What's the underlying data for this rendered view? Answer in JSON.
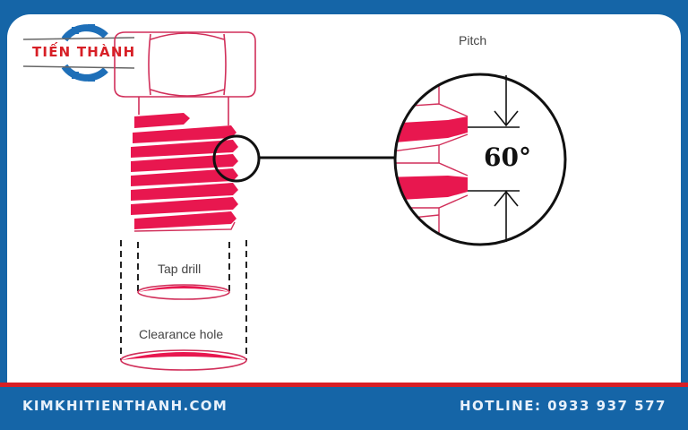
{
  "logo": {
    "text": "TIẾN THÀNH",
    "gear_color": "#1e6fb8",
    "text_color": "#d71f26"
  },
  "diagram": {
    "pitch_label": "Pitch",
    "angle_label": "60°",
    "tap_drill_label": "Tap drill",
    "clearance_hole_label": "Clearance hole",
    "thread_color": "#e8174f",
    "outline_color": "#d12f5a"
  },
  "footer": {
    "website": "KIMKHITIENTHANH.COM",
    "hotline": "HOTLINE: 0933 937 577"
  },
  "colors": {
    "frame_blue": "#1565a7",
    "stripe_red": "#d71f26"
  }
}
